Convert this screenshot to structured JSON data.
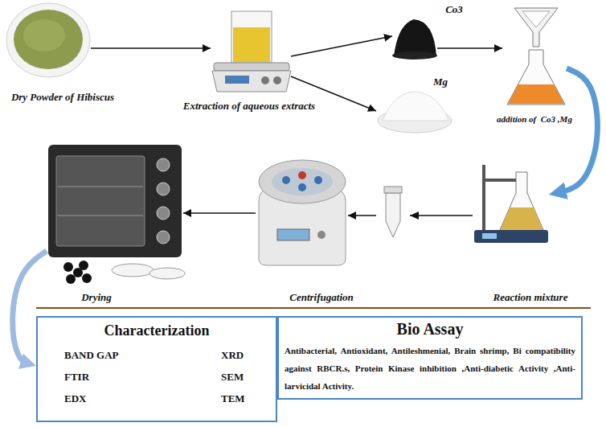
{
  "diagram": {
    "nodes": [
      {
        "text": [
          "Dry Powder of Hibiscus"
        ]
      },
      {
        "text": [
          "Extraction of aqueous extracts"
        ]
      },
      {
        "text": [
          "Co3"
        ]
      },
      {
        "text": [
          "Mg"
        ]
      },
      {
        "text": [
          "addition of  Co3 ,Mg"
        ]
      },
      {
        "text": [
          "Reaction mixture"
        ]
      },
      {
        "text": [
          "Centrifugation"
        ]
      },
      {
        "text": [
          "Drying"
        ]
      },
      {
        "text": [
          "Characterization",
          "BAND GAP",
          "XRD",
          "FTIR",
          "SEM",
          "EDX",
          "TEM"
        ]
      },
      {
        "text": [
          "Bio Assay",
          "Antibacterial, Antioxidant, Antileshmenial, Brain shrimp, Bi compatibility against RBCR.s, Protein Kinase inhibition ,Anti-diabetic Activity ,Anti-larvicidal Activity."
        ]
      }
    ],
    "edges": [
      {
        "from": 0,
        "to": 1,
        "arrow": "to"
      },
      {
        "from": 1,
        "to": 2,
        "arrow": "to"
      },
      {
        "from": 1,
        "to": 3,
        "arrow": "to"
      },
      {
        "from": 2,
        "to": 4,
        "arrow": "to"
      },
      {
        "from": 4,
        "to": 5,
        "arrow": "to"
      },
      {
        "from": 5,
        "to": 6,
        "arrow": "to"
      },
      {
        "from": 6,
        "to": 7,
        "arrow": "to"
      },
      {
        "from": 7,
        "to": 8,
        "arrow": "to"
      }
    ]
  }
}
